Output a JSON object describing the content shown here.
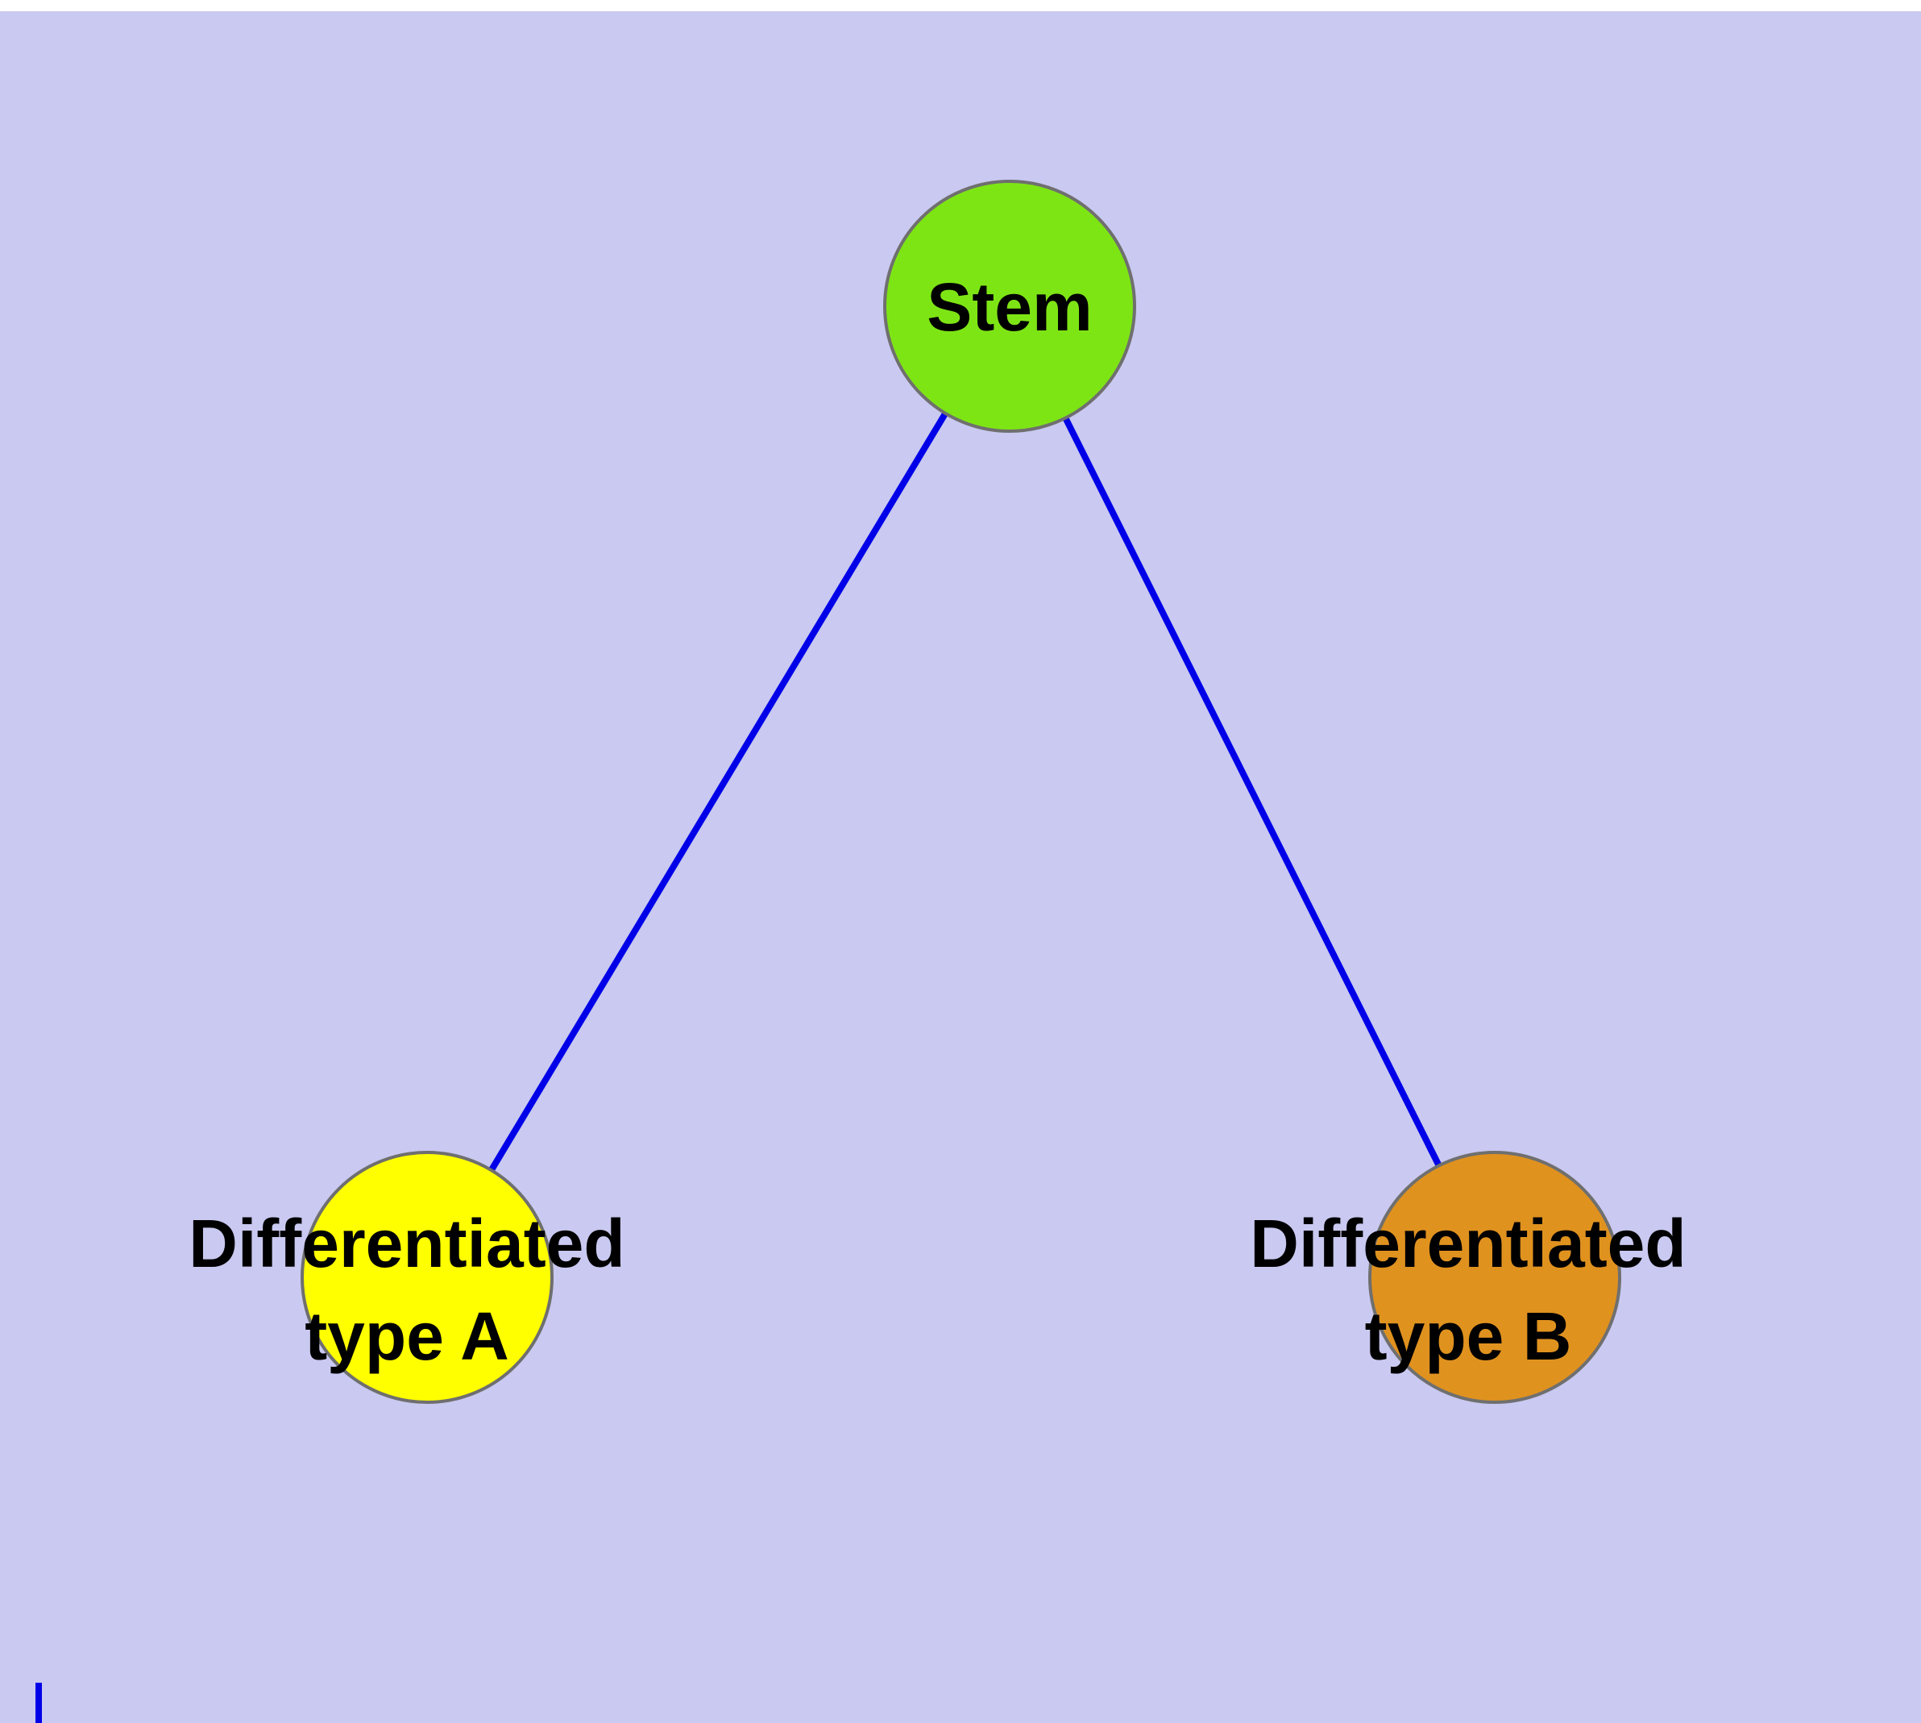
{
  "canvas": {
    "background_color": "#c9c9f1",
    "top_strip_color": "#ffffff"
  },
  "graph": {
    "nodes": {
      "stem": {
        "label": "Stem",
        "fill": "#7ee515",
        "stroke": "#6f6f6f"
      },
      "type_a": {
        "label_line1": "Differentiated",
        "label_line2": "type A",
        "fill": "#ffff00",
        "stroke": "#6f6f6f"
      },
      "type_b": {
        "label_line1": "Differentiated",
        "label_line2": "type B",
        "fill": "#e0921f",
        "stroke": "#6f6f6f"
      }
    },
    "edges": [
      {
        "from": "Stem",
        "to": "Differentiated type A",
        "color": "#0000e8"
      },
      {
        "from": "Stem",
        "to": "Differentiated type B",
        "color": "#0000e8"
      }
    ],
    "artifact": {
      "color": "#0000e8"
    }
  }
}
